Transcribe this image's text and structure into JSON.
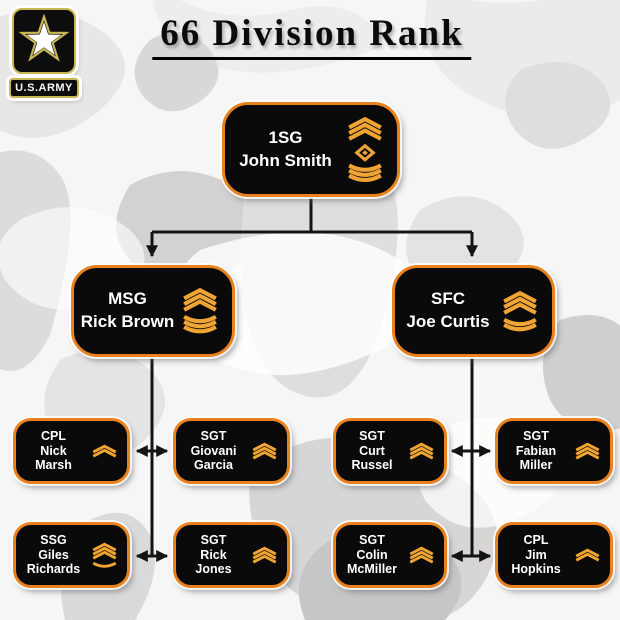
{
  "title": "66 Division Rank",
  "logo": {
    "label": "U.S.ARMY"
  },
  "colors": {
    "node_bg": "#0a0a0a",
    "node_border": "#e8821e",
    "insignia": "#f0a434",
    "connector": "#141414",
    "logo_gold": "#c8b654"
  },
  "nodes": [
    {
      "id": "root",
      "rank": "1SG",
      "name": "John Smith",
      "insignia": {
        "chevrons": 3,
        "rockers": 3,
        "lozenge": true
      }
    },
    {
      "id": "mgr-left",
      "rank": "MSG",
      "name": "Rick Brown",
      "insignia": {
        "chevrons": 3,
        "rockers": 3,
        "lozenge": false
      }
    },
    {
      "id": "mgr-right",
      "rank": "SFC",
      "name": "Joe Curtis",
      "insignia": {
        "chevrons": 3,
        "rockers": 2,
        "lozenge": false
      }
    },
    {
      "id": "ll1",
      "rank": "CPL",
      "name": "Nick Marsh",
      "insignia": {
        "chevrons": 2,
        "rockers": 0,
        "lozenge": false
      }
    },
    {
      "id": "ll2",
      "rank": "SGT",
      "name": "Giovani Garcia",
      "insignia": {
        "chevrons": 3,
        "rockers": 0,
        "lozenge": false
      }
    },
    {
      "id": "ll3",
      "rank": "SSG",
      "name": "Giles Richards",
      "insignia": {
        "chevrons": 3,
        "rockers": 1,
        "lozenge": false
      }
    },
    {
      "id": "ll4",
      "rank": "SGT",
      "name": "Rick Jones",
      "insignia": {
        "chevrons": 3,
        "rockers": 0,
        "lozenge": false
      }
    },
    {
      "id": "rl1",
      "rank": "SGT",
      "name": "Curt Russel",
      "insignia": {
        "chevrons": 3,
        "rockers": 0,
        "lozenge": false
      }
    },
    {
      "id": "rl2",
      "rank": "SGT",
      "name": "Fabian Miller",
      "insignia": {
        "chevrons": 3,
        "rockers": 0,
        "lozenge": false
      }
    },
    {
      "id": "rl3",
      "rank": "SGT",
      "name": "Colin McMiller",
      "insignia": {
        "chevrons": 3,
        "rockers": 0,
        "lozenge": false
      }
    },
    {
      "id": "rl4",
      "rank": "CPL",
      "name": "Jim Hopkins",
      "insignia": {
        "chevrons": 2,
        "rockers": 0,
        "lozenge": false
      }
    }
  ]
}
